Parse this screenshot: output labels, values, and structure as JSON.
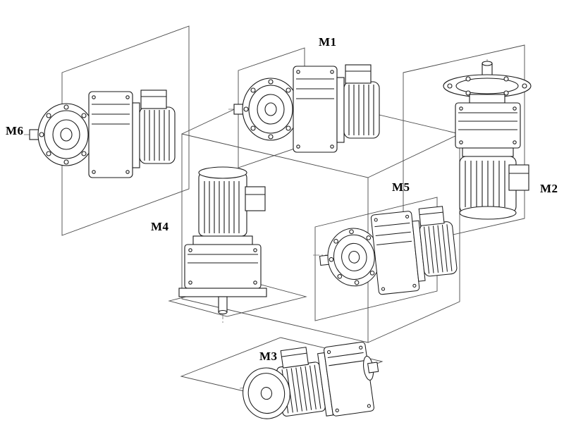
{
  "diagram": {
    "labels": [
      {
        "id": "m1",
        "text": "M1"
      },
      {
        "id": "m2",
        "text": "M2"
      },
      {
        "id": "m3",
        "text": "M3"
      },
      {
        "id": "m4",
        "text": "M4"
      },
      {
        "id": "m5",
        "text": "M5"
      },
      {
        "id": "m6",
        "text": "M6"
      }
    ],
    "colors": {
      "line": "#1a1a1a",
      "reference_line": "#4a4a4a",
      "background": "#ffffff"
    }
  }
}
